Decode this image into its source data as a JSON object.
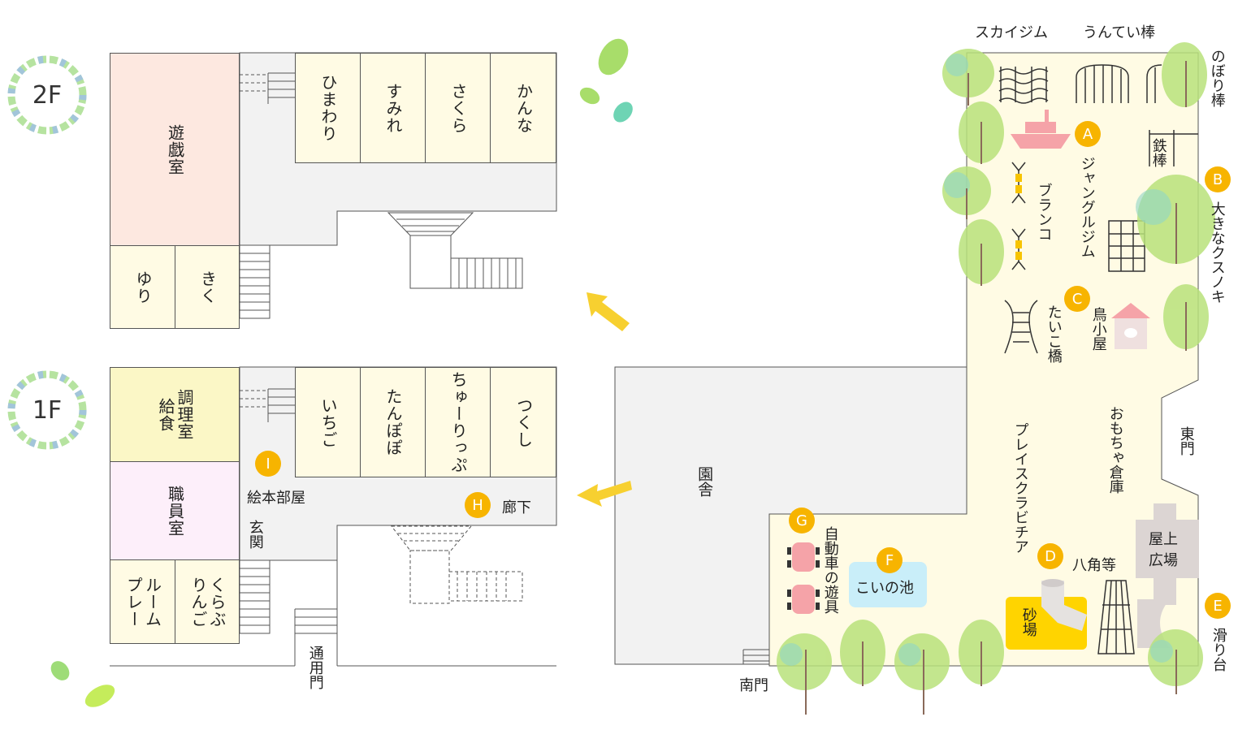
{
  "floors": {
    "f2": "2F",
    "f1": "1F"
  },
  "rooms2f": {
    "yugi": "遊戯室",
    "himawari": "ひまわり",
    "sumire": "すみれ",
    "sakura": "さくら",
    "kanna": "かんな",
    "yuri": "ゆり",
    "kiku": "きく"
  },
  "rooms1f": {
    "kyushoku": "給食",
    "chori": "調理室",
    "ichigo": "いちご",
    "tanpopo": "たんぽぽ",
    "churippu": "ちゅーりっぷ",
    "tsukushi": "つくし",
    "shokuin": "職員室",
    "ehon": "絵本部屋",
    "genkan": "玄関",
    "roka": "廊下",
    "playroom_a": "プレー",
    "playroom_b": "ルーム",
    "ringo_a": "りんご",
    "ringo_b": "くらぶ",
    "tsuyomon": "通用門"
  },
  "site": {
    "ensha_a": "園",
    "ensha_b": "舎",
    "minamimon": "南門",
    "higashimon": "東門",
    "skygym": "スカイジム",
    "untei": "うんてい棒",
    "nobori": "のぼり棒",
    "tetsubo": "鉄棒",
    "jungle": "ジャングルジム",
    "buranko": "ブランコ",
    "kusunoki": "大きなクスノキ",
    "taiko": "たいこ橋",
    "torigoya": "鳥小屋",
    "omocha": "おもちゃ倉庫",
    "piazza": "プレイスクラビチア",
    "hakkaku": "八角等",
    "sunaba": "砂場",
    "hiroba_a": "屋上",
    "hiroba_b": "広場",
    "suberidai": "滑り台",
    "koinoike": "こいの池",
    "jidosha": "自動車の遊具"
  },
  "badges": {
    "A": "A",
    "B": "B",
    "C": "C",
    "D": "D",
    "E": "E",
    "F": "F",
    "G": "G",
    "H": "H",
    "I": "I"
  },
  "colors": {
    "badge": "#f7b400",
    "yugi": "#fde8e0",
    "cream": "#fffbe4",
    "kyushoku": "#fbf7c6",
    "shokuin": "#fdeffa",
    "corridor": "#f2f2f2",
    "pond": "#c9eef9",
    "sand": "#ffd400",
    "tree": "#c6e88a"
  }
}
